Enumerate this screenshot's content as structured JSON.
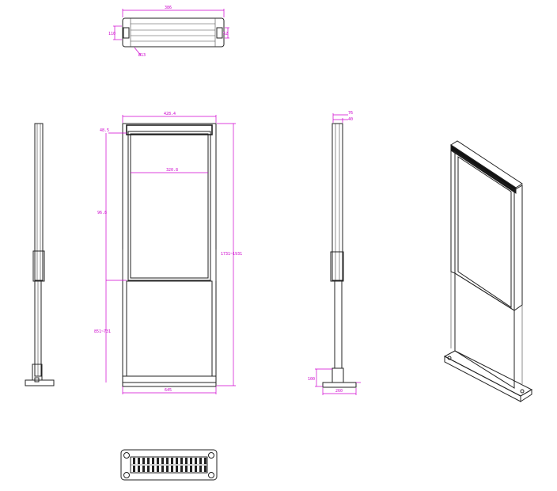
{
  "drawing": {
    "top_view": {
      "width_label": "386",
      "left_label": "110",
      "right_label": "52",
      "hole_label": "Ø13"
    },
    "front_view": {
      "top_width_label": "428.4",
      "corner_label": "48.5",
      "screen_width_label": "320.8",
      "screen_height_label": "96.8",
      "total_height_label": "1731~1931",
      "lower_height_label": "851~731",
      "base_width_label": "645"
    },
    "side_view": {
      "top_label_1": "76",
      "top_label_2": "40",
      "base_height_label": "100",
      "base_width_label": "260"
    },
    "colors": {
      "line": "#222222",
      "dimension": "#cc00cc",
      "background": "#ffffff"
    }
  }
}
